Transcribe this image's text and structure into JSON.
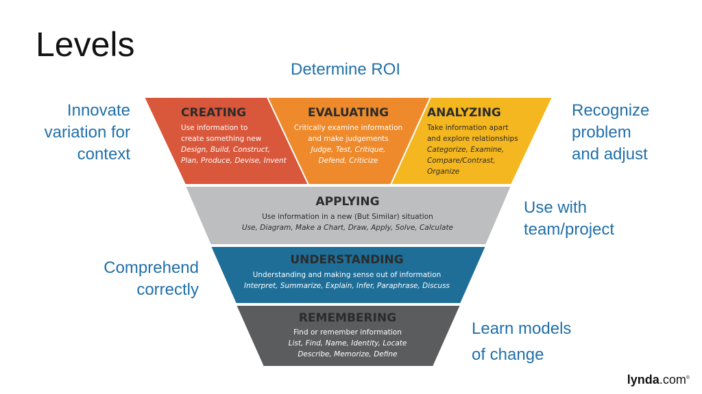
{
  "title": "Levels",
  "annotations": {
    "top": "Determine ROI",
    "left_top": [
      "Innovate",
      "variation for",
      "context"
    ],
    "right_top": [
      "Recognize",
      "problem",
      "and adjust"
    ],
    "right_middle": [
      "Use with",
      "team/project"
    ],
    "left_bottom": [
      "Comprehend",
      "correctly"
    ],
    "right_bottom": [
      "Learn models",
      "of change"
    ]
  },
  "levels": {
    "creating": {
      "title": "CREATING",
      "lines": [
        "Use information to",
        "create something new"
      ],
      "examples": [
        "Design, Build, Construct,",
        "Plan, Produce, Devise, Invent"
      ],
      "color": "#d9573b"
    },
    "evaluating": {
      "title": "EVALUATING",
      "lines": [
        "Critically examine information",
        "and make judgements"
      ],
      "examples": [
        "Judge, Test, Critique,",
        "Defend, Criticize"
      ],
      "color": "#ee8a2b"
    },
    "analyzing": {
      "title": "ANALYZING",
      "lines": [
        "Take information apart",
        "and explore relationships"
      ],
      "examples": [
        "Categorize, Examine,",
        "Compare/Contrast,",
        "Organize"
      ],
      "color": "#f5b71f"
    },
    "applying": {
      "title": "APPLYING",
      "lines": [
        "Use information in a new (But Similar) situation"
      ],
      "examples": [
        "Use, Diagram, Make a Chart, Draw, Apply, Solve, Calculate"
      ],
      "color": "#bdbec0"
    },
    "understanding": {
      "title": "UNDERSTANDING",
      "lines": [
        "Understanding and making sense out of information"
      ],
      "examples": [
        "Interpret, Summarize, Explain, Infer, Paraphrase, Discuss"
      ],
      "color": "#1e6e98"
    },
    "remembering": {
      "title": "REMEMBERING",
      "lines": [
        "Find or remember information"
      ],
      "examples": [
        "List, Find, Name, Identity, Locate",
        "Describe, Memorize, Define"
      ],
      "color": "#5b5c5e"
    }
  },
  "brand": {
    "name": "lynda",
    "suffix": ".com",
    "mark": "®"
  }
}
